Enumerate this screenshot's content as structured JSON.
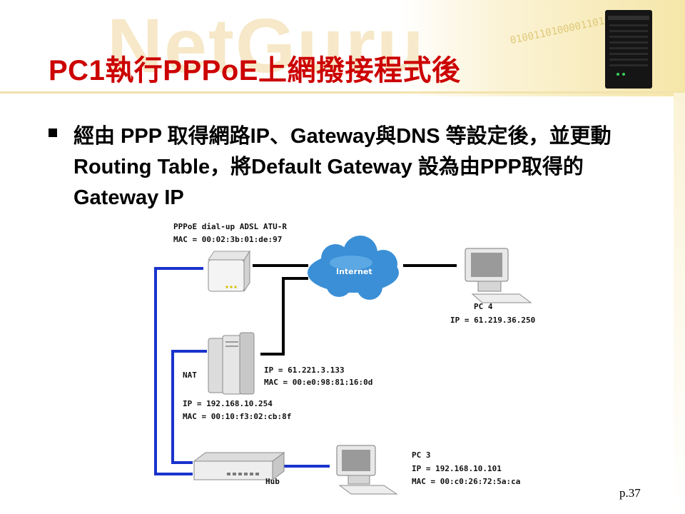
{
  "slide": {
    "title": "PC1執行PPPoE上網撥接程式後",
    "bullet": "經由 PPP 取得網路IP、Gateway與DNS 等設定後，並更動 Routing Table，將Default Gateway 設為由PPP取得的 Gateway IP",
    "page_number": "p.37",
    "header_watermark": "NetGuru",
    "header_binary": "0100110100001101011",
    "colors": {
      "title": "#cc0000",
      "link_blue": "#1a33cc",
      "link_black": "#000000"
    }
  },
  "diagram": {
    "adsl": {
      "name": "PPPoE dial-up ADSL ATU-R",
      "mac": "MAC = 00:02:3b:01:de:97"
    },
    "internet": {
      "label": "Internet"
    },
    "pc4": {
      "name": "PC 4",
      "ip": "IP = 61.219.36.250"
    },
    "nat": {
      "name": "NAT",
      "wan_ip": "IP = 61.221.3.133",
      "wan_mac": "MAC = 00:e0:98:81:16:0d",
      "lan_ip": "IP = 192.168.10.254",
      "lan_mac": "MAC = 00:10:f3:02:cb:8f"
    },
    "hub": {
      "name": "Hub"
    },
    "pc3": {
      "name": "PC 3",
      "ip": "IP = 192.168.10.101",
      "mac": "MAC = 00:c0:26:72:5a:ca"
    }
  }
}
